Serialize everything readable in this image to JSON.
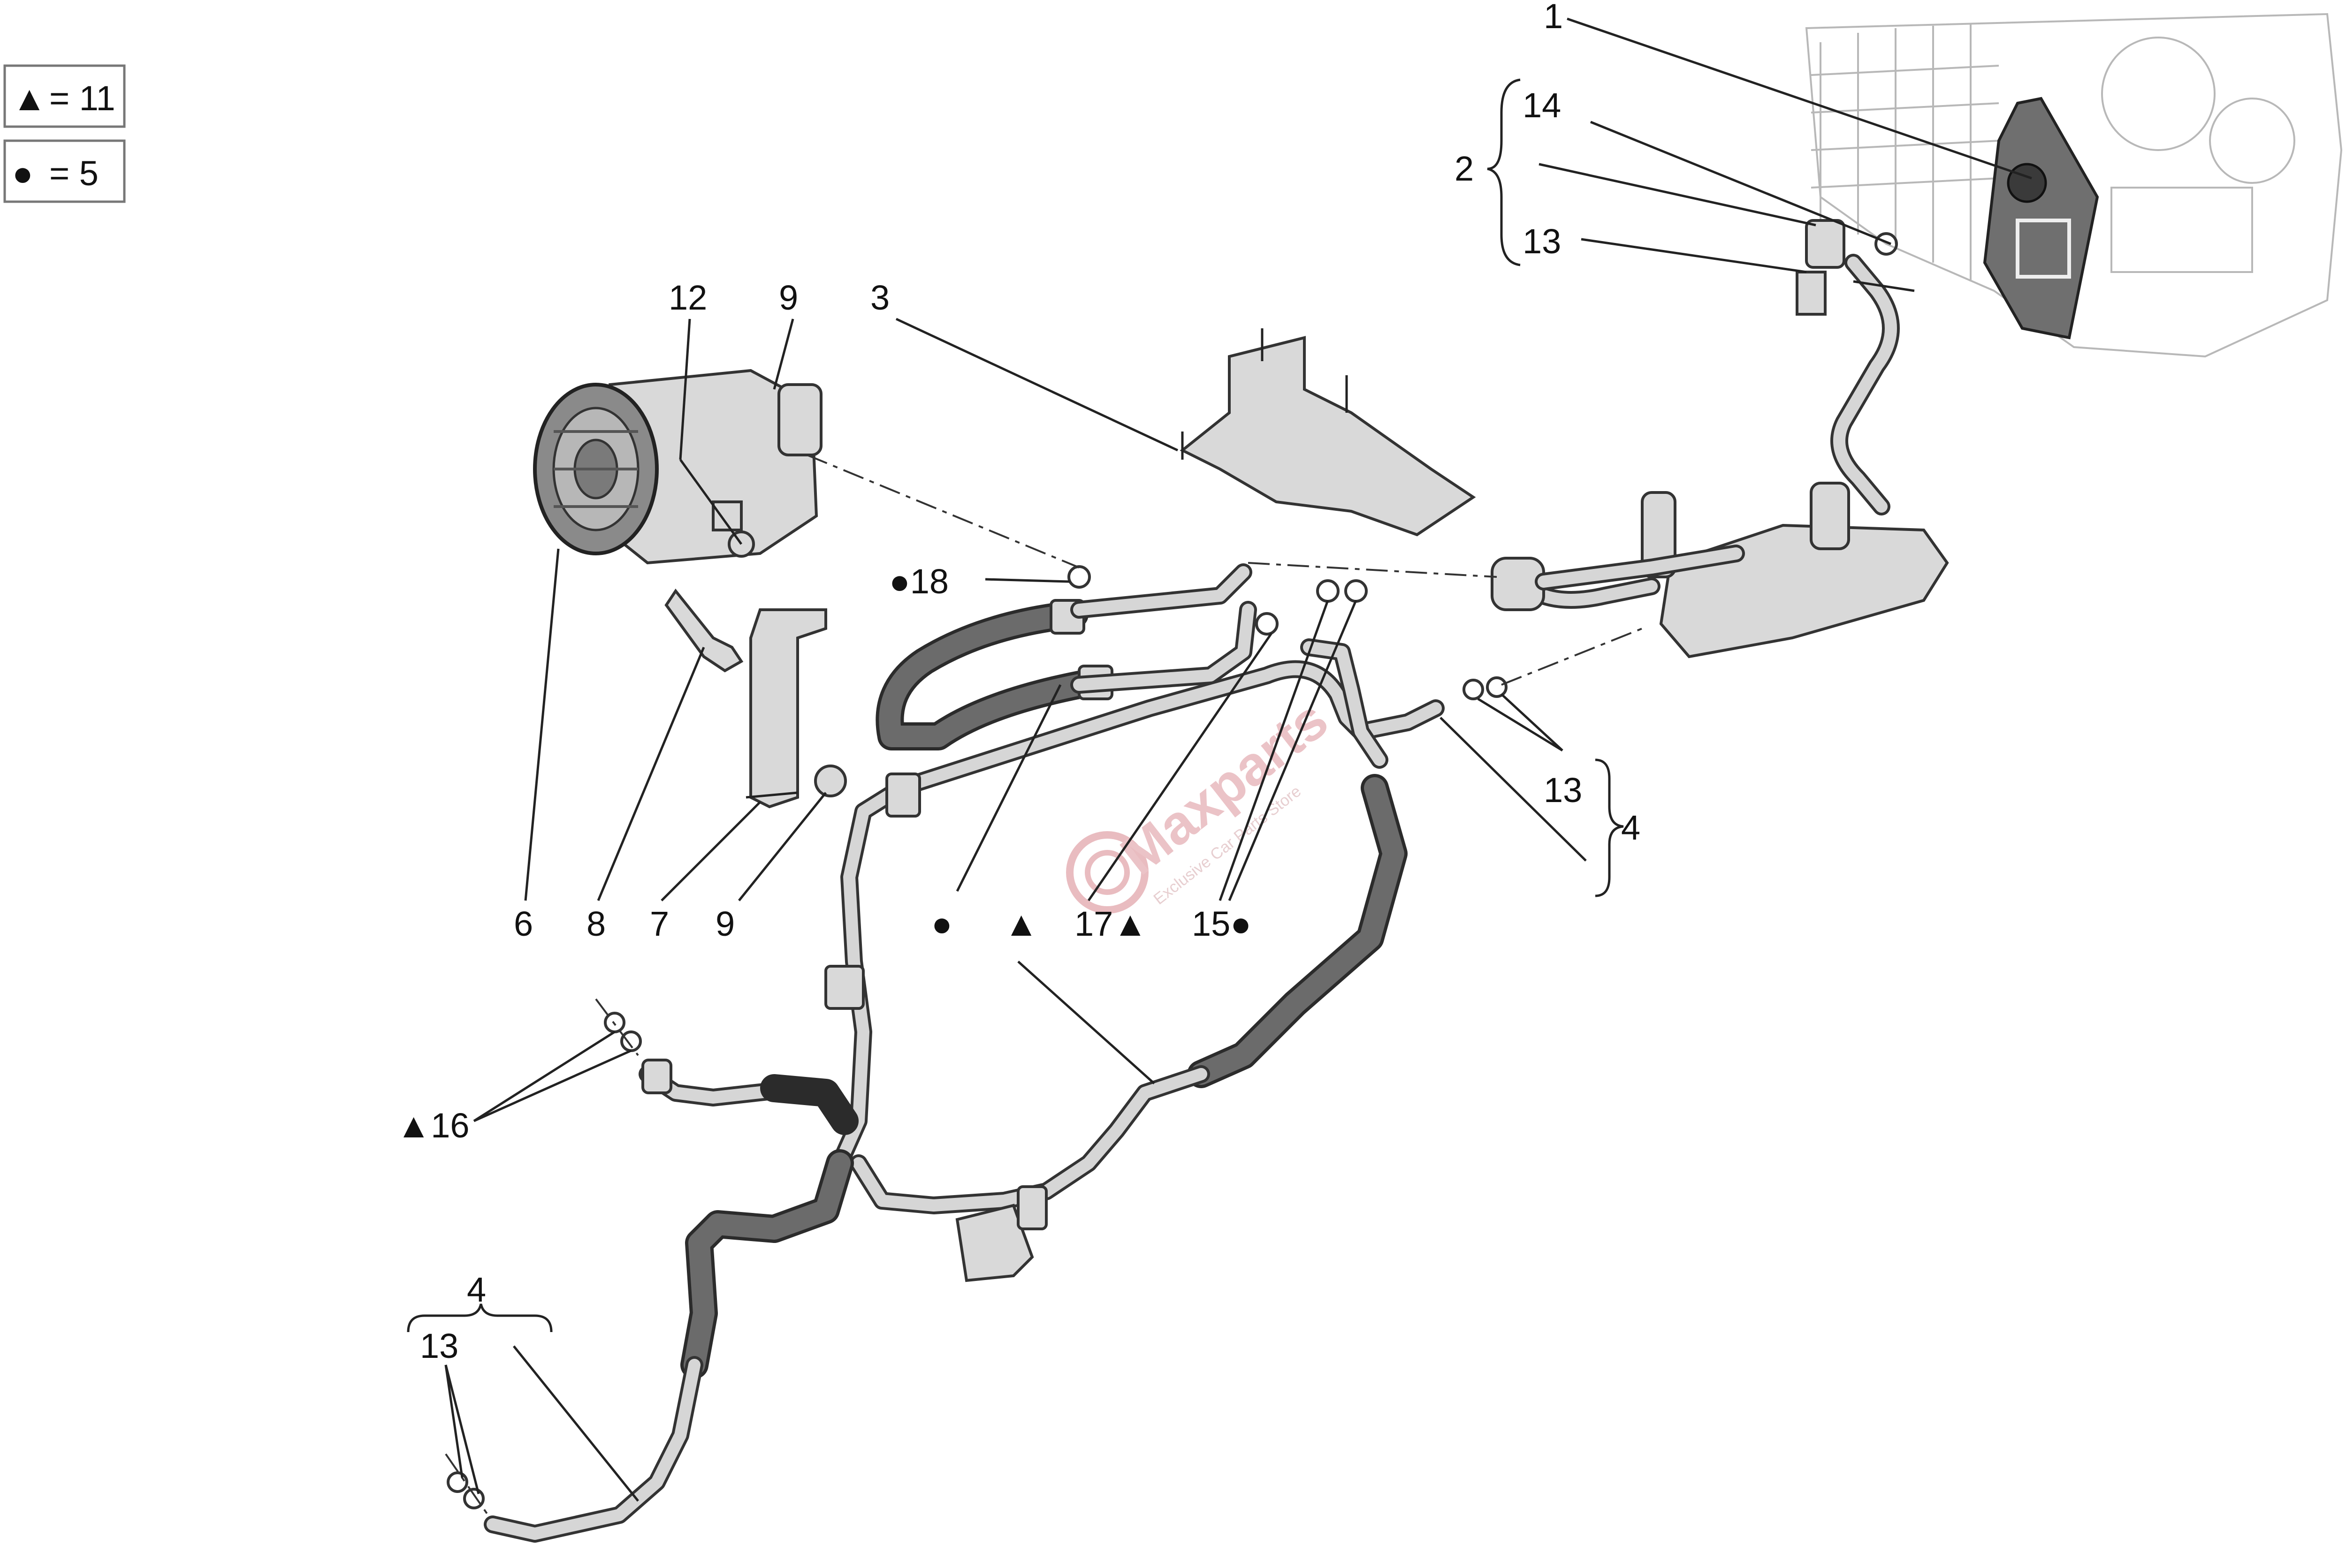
{
  "legend": {
    "triangle": {
      "symbol": "▲",
      "text": "= 11"
    },
    "circle": {
      "symbol": "●",
      "text": "= 5"
    }
  },
  "labels": {
    "l1": "1",
    "l14_top": "14",
    "l2": "2",
    "l13_top": "13",
    "l12": "12",
    "l9_top": "9",
    "l3": "3",
    "l18": "●18",
    "l13_mid": "13",
    "l4_mid": "4",
    "l6": "6",
    "l8": "8",
    "l7": "7",
    "l9_bot": "9",
    "l_circle": "●",
    "l_triangle": "▲",
    "l17": "17▲",
    "l15": "15●",
    "l16": "▲16",
    "l4_bot": "4",
    "l13_bot": "13"
  },
  "watermark": {
    "brand": "Maxparts",
    "tagline": "Exclusive Car Parts Store"
  },
  "colors": {
    "line": "#222222",
    "part_fill": "#d9d9d9",
    "hose_dark": "#2b2b2b",
    "watermark": "#e8b9bd"
  }
}
